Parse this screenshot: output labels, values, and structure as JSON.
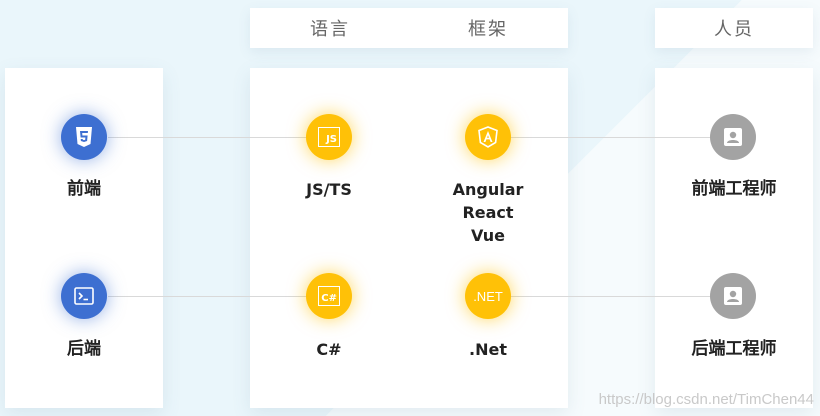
{
  "headers": {
    "language": "语言",
    "framework": "框架",
    "people": "人员"
  },
  "rows": [
    {
      "name": "前端",
      "language": "JS/TS",
      "language_icon_text": "JS",
      "framework_lines": [
        "Angular",
        "React",
        "Vue"
      ],
      "role": "前端工程师"
    },
    {
      "name": "后端",
      "language": "C#",
      "language_icon_text": "C#",
      "framework_lines": [
        ".Net"
      ],
      "framework_icon_text": ".NET",
      "role": "后端工程师"
    }
  ],
  "watermark": "https://blog.csdn.net/TimChen44",
  "colors": {
    "blue": "#3d6fd1",
    "yellow": "#ffc107",
    "gray": "#a3a3a3"
  },
  "icons": [
    "html5-icon",
    "terminal-icon",
    "javascript-file-icon",
    "csharp-file-icon",
    "angular-icon",
    "dotnet-icon",
    "person-icon"
  ]
}
